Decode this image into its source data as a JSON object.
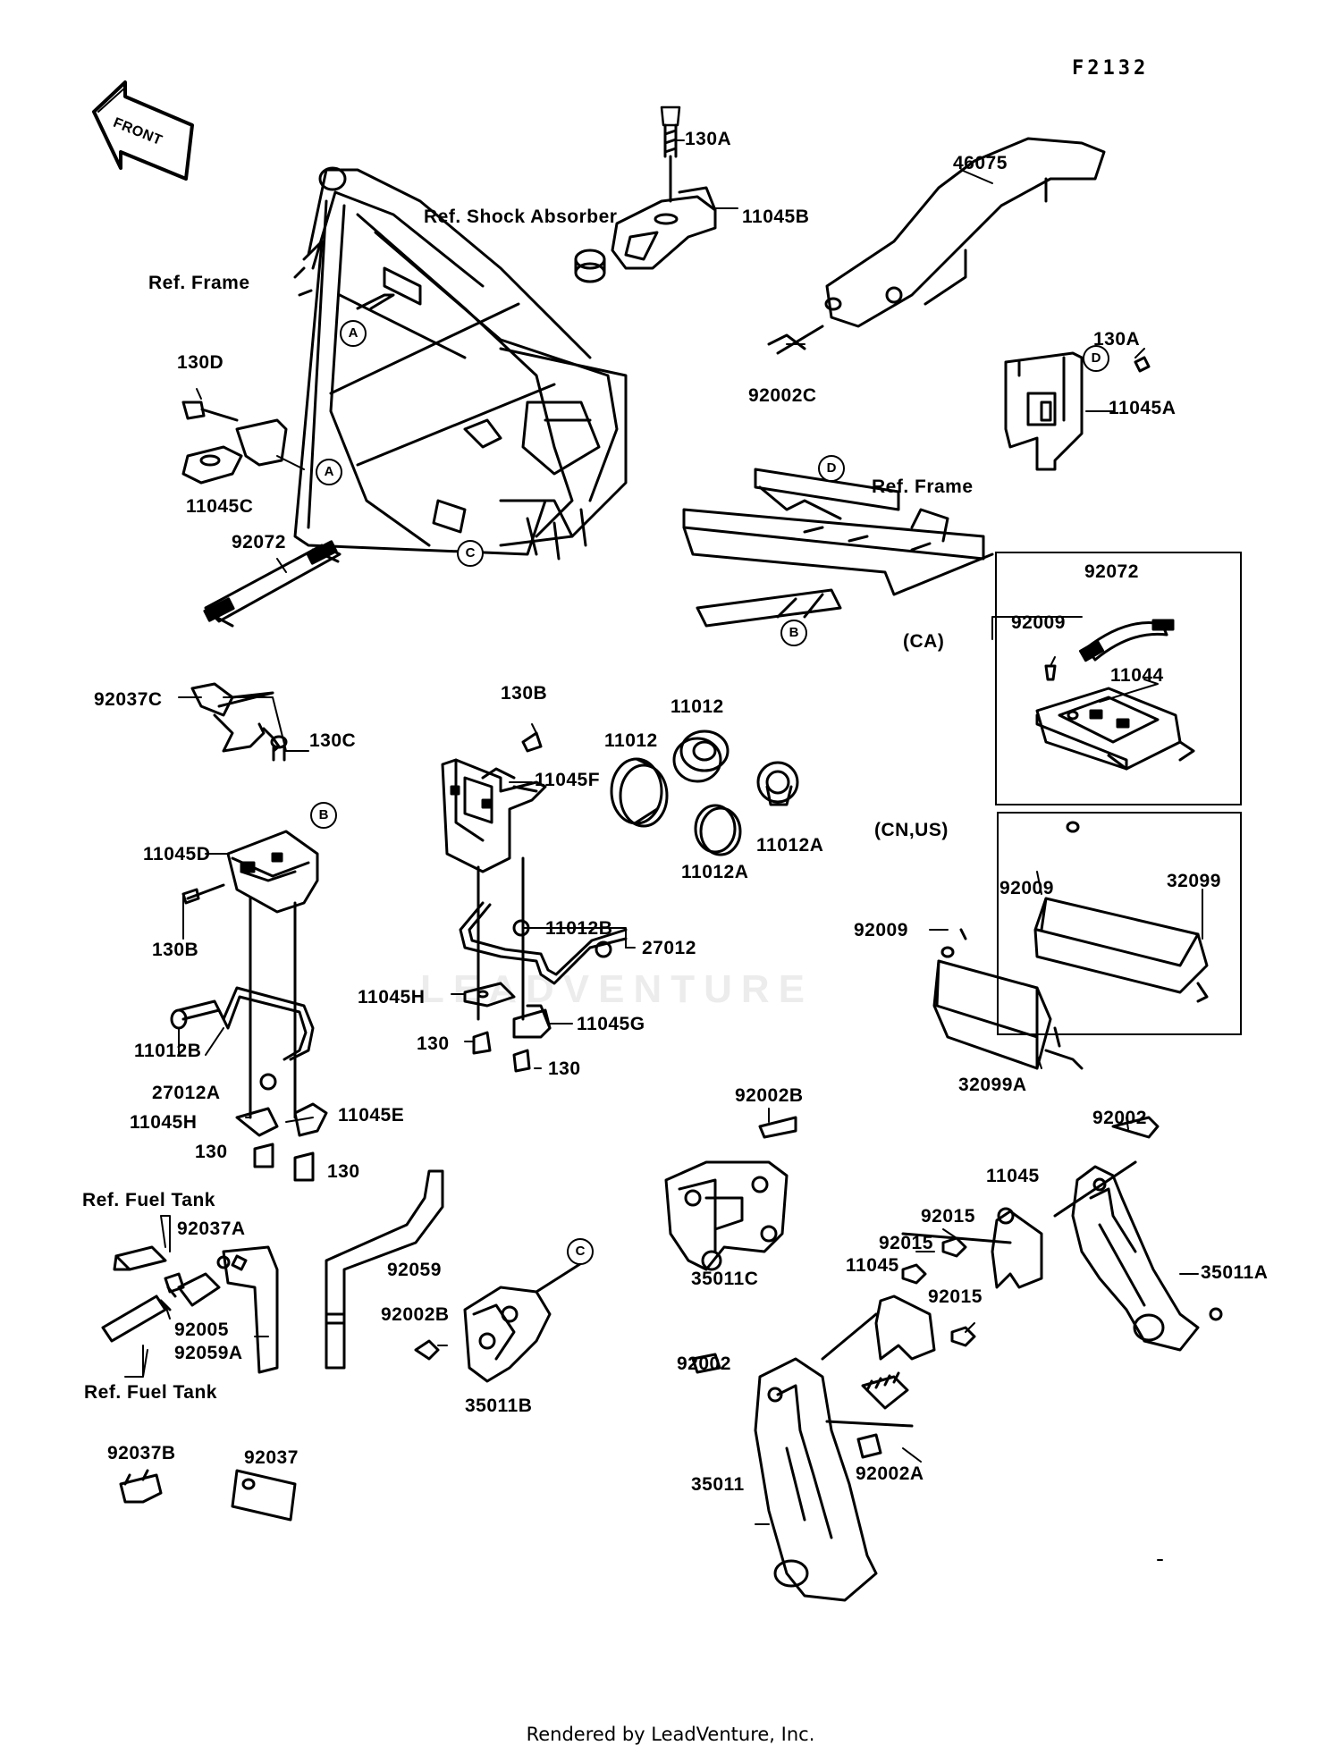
{
  "diagram_code": "F2132",
  "watermark": "LEADVENTURE",
  "footer": "Rendered by LeadVenture, Inc.",
  "front_arrow": "FRONT",
  "group_labels": {
    "ca": "(CA)",
    "cn_us": "(CN,US)"
  },
  "refs": {
    "shock_absorber": "Ref. Shock Absorber",
    "frame_top": "Ref. Frame",
    "frame_mid": "Ref. Frame",
    "fuel_tank_top": "Ref. Fuel Tank",
    "fuel_tank_bottom": "Ref. Fuel Tank"
  },
  "callouts": [
    "A",
    "A",
    "B",
    "B",
    "C",
    "C",
    "D",
    "D"
  ],
  "parts": [
    "130A",
    "11045B",
    "46075",
    "92002C",
    "130A",
    "11045A",
    "130D",
    "11045C",
    "92072",
    "92072",
    "92009",
    "11044",
    "92037C",
    "130C",
    "130B",
    "11045F",
    "11012",
    "11012",
    "11012A",
    "11012A",
    "11045D",
    "130B",
    "11012B",
    "27012",
    "92009",
    "32099",
    "92009",
    "32099A",
    "11045H",
    "11045G",
    "130",
    "130",
    "11012B",
    "27012A",
    "11045H",
    "11045E",
    "130",
    "130",
    "92002B",
    "35011C",
    "92002",
    "11045",
    "92015",
    "92015",
    "11045",
    "92015",
    "35011A",
    "92037A",
    "92005",
    "92059A",
    "92059",
    "92002B",
    "35011B",
    "92002",
    "35011",
    "92002A",
    "92037B",
    "92037"
  ]
}
